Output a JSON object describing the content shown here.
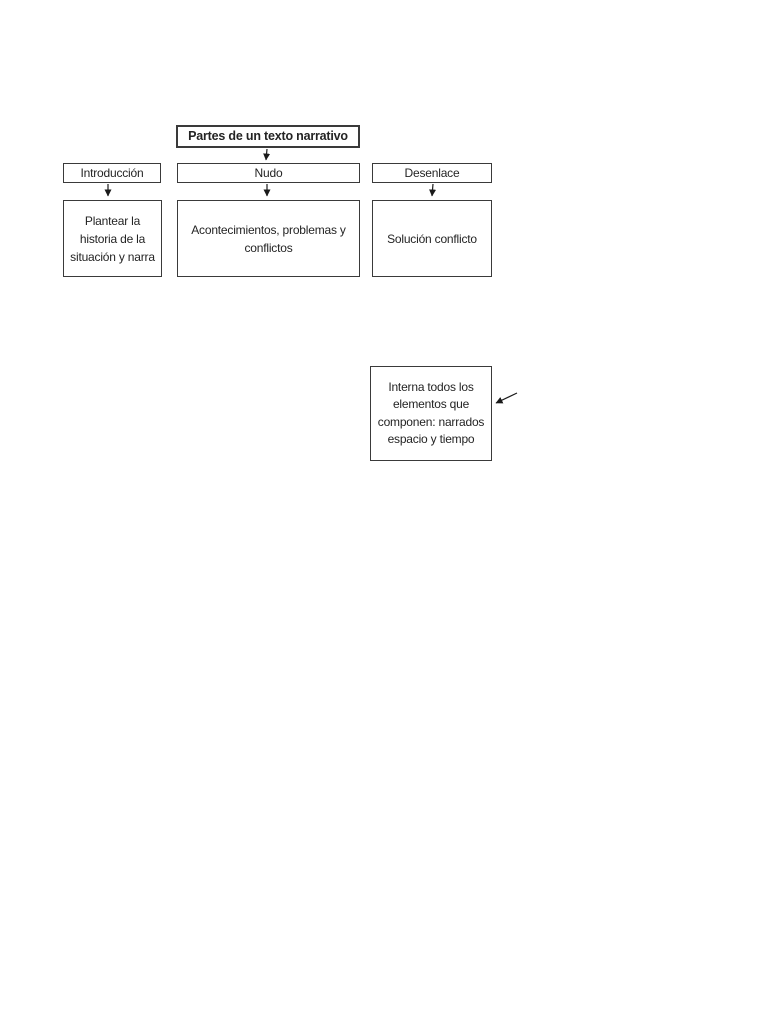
{
  "diagram": {
    "title": "Partes de un texto narrativo",
    "columns": [
      {
        "header": "Introducción",
        "detail": "Plantear la historia de la situación y narra"
      },
      {
        "header": "Nudo",
        "detail": "Acontecimientos, problemas y conflictos"
      },
      {
        "header": "Desenlace",
        "detail": "Solución conflicto"
      }
    ],
    "note": "Interna todos los elementos que componen: narrados espacio y tiempo",
    "colors": {
      "background": "#ffffff",
      "box_border": "#3a3a3a",
      "text": "#242424",
      "arrow": "#1a1a1a"
    }
  }
}
